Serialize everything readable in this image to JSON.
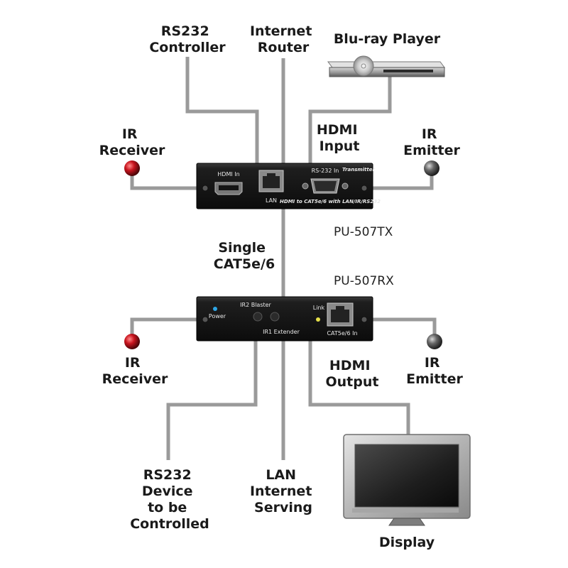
{
  "labels": {
    "rs232_controller": [
      "RS232",
      "Controller"
    ],
    "internet_router": [
      "Internet",
      "Router"
    ],
    "bluray_player": "Blu-ray Player",
    "ir_receiver_top": [
      "IR",
      "Receiver"
    ],
    "hdmi_input": [
      "HDMI",
      "Input"
    ],
    "ir_emitter_top": [
      "IR",
      "Emitter"
    ],
    "single_cat": [
      "Single",
      "CAT5e/6"
    ],
    "ir_receiver_bottom": [
      "IR",
      "Receiver"
    ],
    "hdmi_output": [
      "HDMI",
      "Output"
    ],
    "ir_emitter_bottom": [
      "IR",
      "Emitter"
    ],
    "rs232_device": [
      "RS232",
      "Device",
      "to be",
      "Controlled"
    ],
    "lan_internet": [
      "LAN",
      "Internet",
      "Serving"
    ],
    "display": "Display"
  },
  "models": {
    "tx": "PU-507TX",
    "rx": "PU-507RX"
  },
  "tx_panel": {
    "hdmi_in": "HDMI In",
    "lan": "LAN",
    "rs232_in": "RS-232 In",
    "transmitter": "Transmitter",
    "subtitle": "HDMI to CAT5e/6 with LAN/IR/RS232"
  },
  "rx_panel": {
    "power": "Power",
    "ir2_blaster": "IR2 Blaster",
    "ir1_extender": "IR1 Extender",
    "link": "Link",
    "cat_in": "CAT5e/6 In"
  },
  "colors": {
    "wire": "#9a9a9a",
    "device_body": "#1c1c1c",
    "ir_receiver": "#c8141e",
    "ir_emitter": "#555555",
    "power_led": "#2ea6e6",
    "link_led": "#e6e04a"
  }
}
